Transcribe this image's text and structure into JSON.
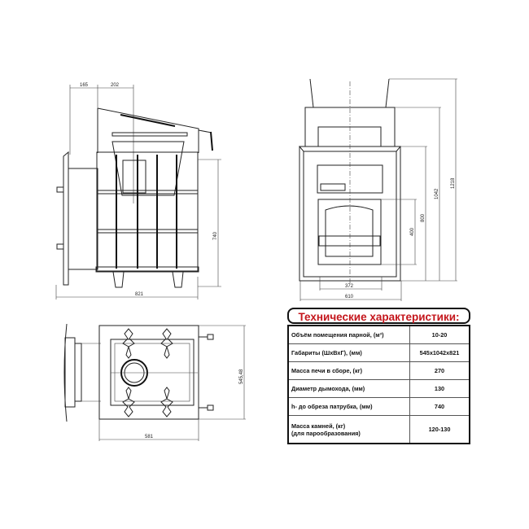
{
  "side_view": {
    "dims": {
      "d165": "165",
      "d202": "202",
      "d740": "740",
      "d821": "821"
    }
  },
  "front_view": {
    "dims": {
      "d1218": "1218",
      "d1042": "1042",
      "d800": "800",
      "d400": "400",
      "d372": "372",
      "d610": "610"
    }
  },
  "top_view": {
    "dims": {
      "d545": "545,48",
      "d581": "581"
    }
  },
  "specs": {
    "title": "Технические характеристики:",
    "title_color": "#c4161c",
    "rows": [
      {
        "label": "Объём помещения парной, (м³)",
        "value": "10-20"
      },
      {
        "label": "Габариты (ШхВхГ), (мм)",
        "value": "545x1042x821"
      },
      {
        "label": "Масса печи в сборе, (кг)",
        "value": "270"
      },
      {
        "label": "Диаметр дымохода, (мм)",
        "value": "130"
      },
      {
        "label": "h- до обреза патрубка, (мм)",
        "value": "740"
      },
      {
        "label": "Масса камней, (кг)",
        "label2": "(для парообразования)",
        "value": "120-130"
      }
    ]
  }
}
